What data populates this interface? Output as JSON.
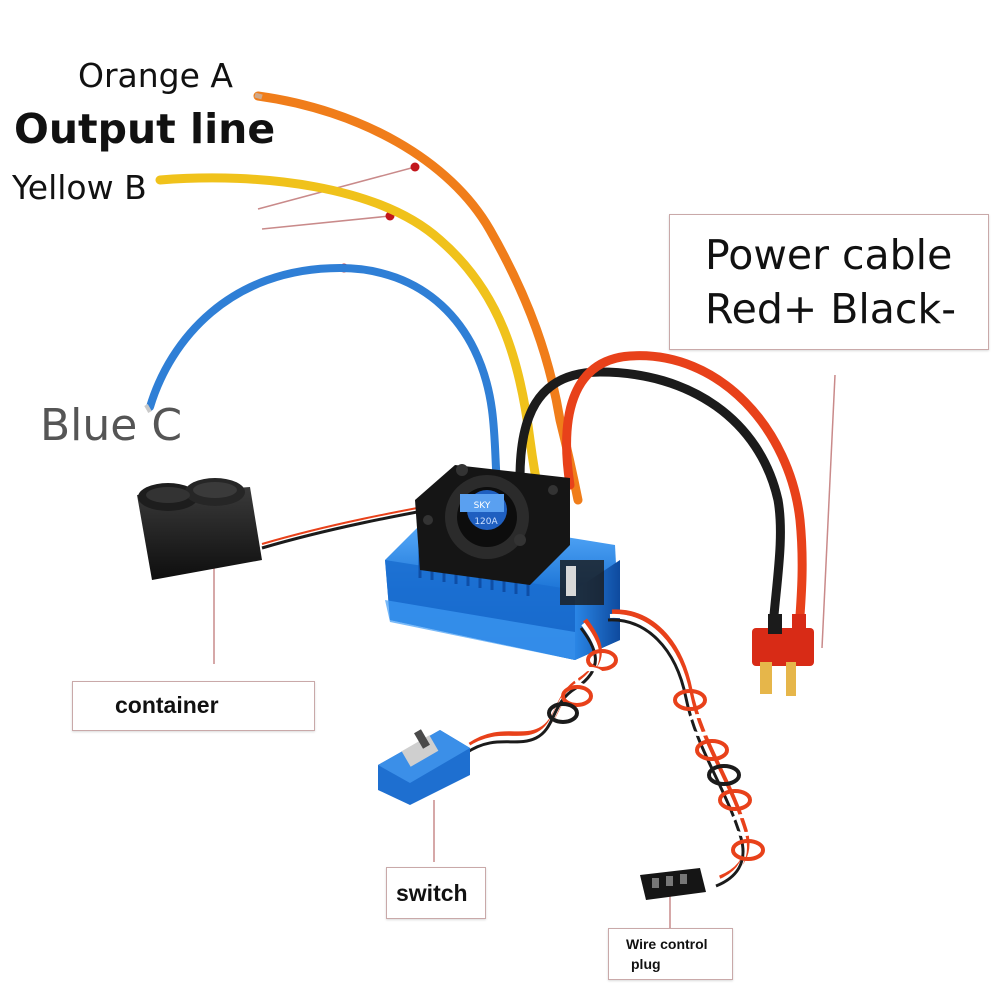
{
  "labels": {
    "orange": "Orange A",
    "output": "Output line",
    "yellow": "Yellow B",
    "blue": "Blue C",
    "power_line1": "Power cable",
    "power_line2": "Red+ Black-",
    "container": "container",
    "switch": "switch",
    "plug_line1": "Wire control",
    "plug_line2": "plug"
  },
  "fan": {
    "brand": "SKY",
    "rating": "120A"
  },
  "colors": {
    "orange_wire": "#f07d1a",
    "yellow_wire": "#f0c21b",
    "blue_wire": "#2f7fd6",
    "red_wire": "#e8411a",
    "black_wire": "#1b1b1b",
    "esc_body": "#1f77d8",
    "pointer_line": "#c98a8a"
  }
}
